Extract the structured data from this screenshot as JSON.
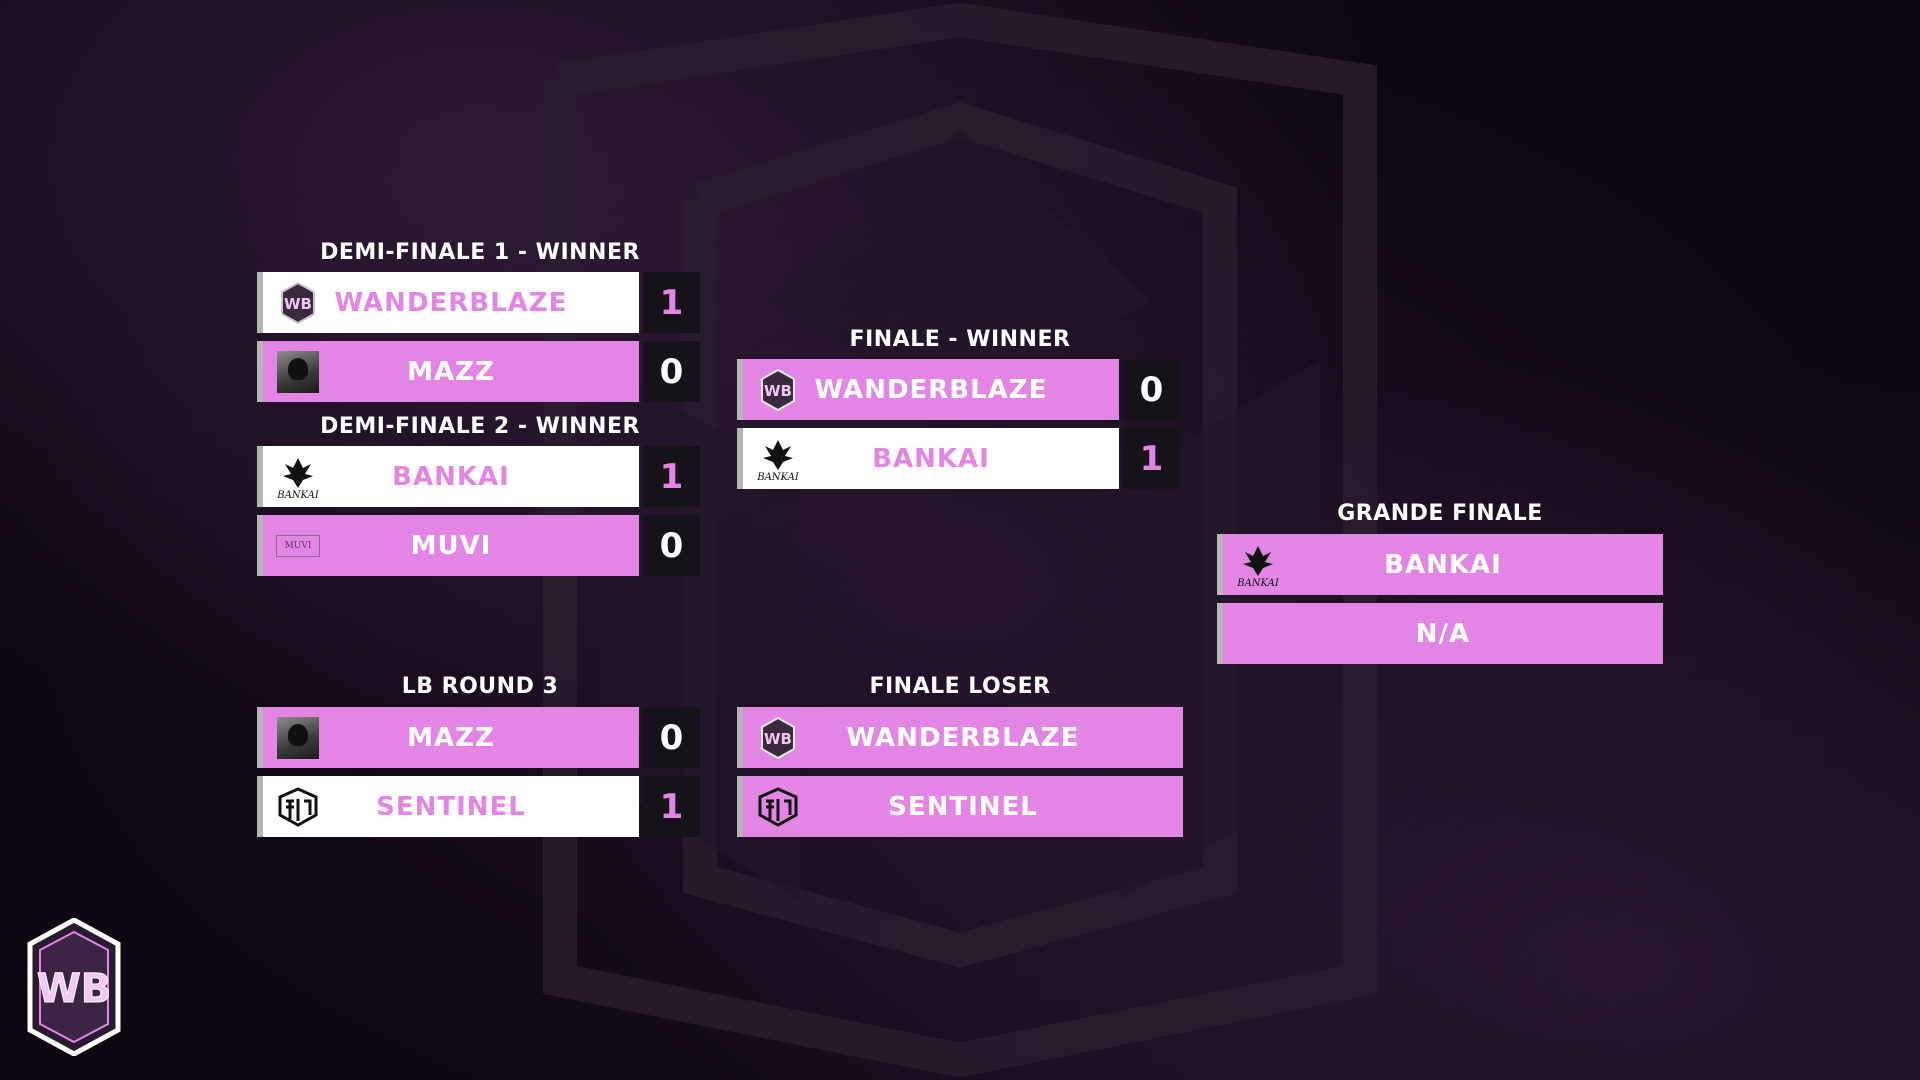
{
  "colors": {
    "pink": "#e385e5",
    "white": "#ffffff",
    "score_bg": "#16121a",
    "background": "#0e0712"
  },
  "demi1": {
    "title": "DEMI-FINALE 1 - WINNER",
    "team1": {
      "name": "WANDERBLAZE",
      "score": "1",
      "logo": "wanderblaze-logo"
    },
    "team2": {
      "name": "MAZZ",
      "score": "0",
      "logo": "mazz-logo"
    }
  },
  "demi2": {
    "title": "DEMI-FINALE 2 - WINNER",
    "team1": {
      "name": "BANKAI",
      "score": "1",
      "logo": "bankai-logo"
    },
    "team2": {
      "name": "MUVI",
      "score": "0",
      "logo": "muvi-logo"
    }
  },
  "lb3": {
    "title": "LB ROUND 3",
    "team1": {
      "name": "MAZZ",
      "score": "0",
      "logo": "mazz-logo"
    },
    "team2": {
      "name": "SENTINEL",
      "score": "1",
      "logo": "sentinel-logo"
    }
  },
  "finale_winner": {
    "title": "FINALE - WINNER",
    "team1": {
      "name": "WANDERBLAZE",
      "score": "0",
      "logo": "wanderblaze-logo"
    },
    "team2": {
      "name": "BANKAI",
      "score": "1",
      "logo": "bankai-logo"
    }
  },
  "finale_loser": {
    "title": "FINALE LOSER",
    "team1": {
      "name": "WANDERBLAZE",
      "logo": "wanderblaze-logo"
    },
    "team2": {
      "name": "SENTINEL",
      "logo": "sentinel-logo"
    }
  },
  "grande_finale": {
    "title": "GRANDE FINALE",
    "team1": {
      "name": "BANKAI",
      "logo": "bankai-logo"
    },
    "team2": {
      "name": "N/A"
    }
  },
  "logos": {
    "bankai_text": "BANKAI",
    "muvi_text": "MUVI"
  }
}
